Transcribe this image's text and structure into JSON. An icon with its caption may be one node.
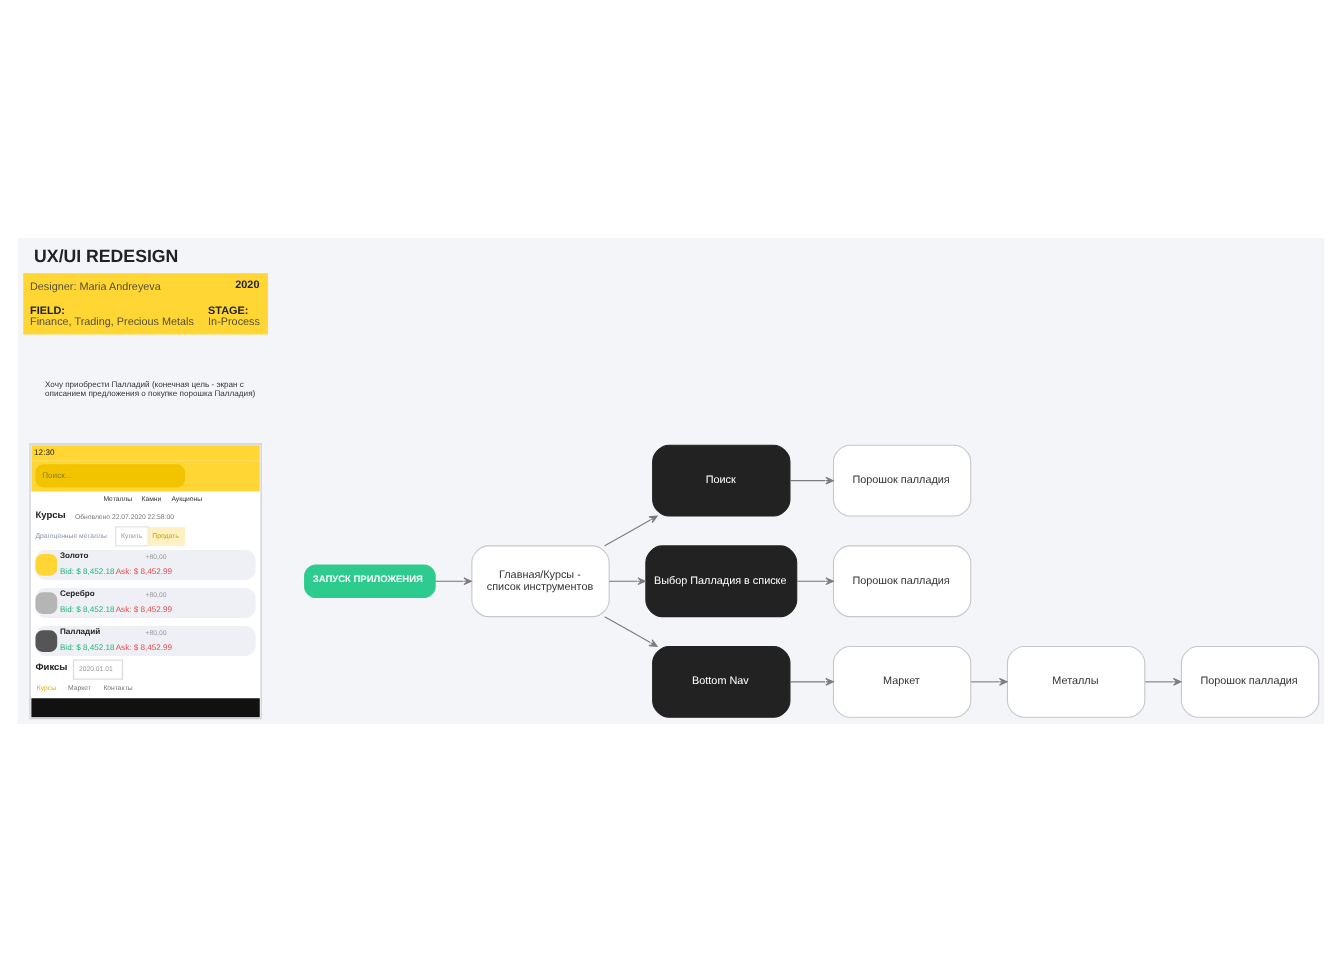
{
  "diagram": {
    "title": "UX/UI REDESIGN",
    "nodes": [
      {
        "text": [
          "ЗАПУСК ПРИЛОЖЕНИЯ"
        ]
      },
      {
        "text": [
          "Главная/Курсы - список инструментов"
        ]
      },
      {
        "text": [
          "Поиск"
        ]
      },
      {
        "text": [
          "Порошок палладия"
        ]
      },
      {
        "text": [
          "Выбор Палладия в списке"
        ]
      },
      {
        "text": [
          "Порошок палладия"
        ]
      },
      {
        "text": [
          "Bottom Nav"
        ]
      },
      {
        "text": [
          "Маркет"
        ]
      },
      {
        "text": [
          "Металлы"
        ]
      },
      {
        "text": [
          "Порошок палладия"
        ]
      }
    ],
    "edges": [
      {
        "from": 0,
        "to": 1,
        "arrow": "to"
      },
      {
        "from": 1,
        "to": 2,
        "arrow": "to"
      },
      {
        "from": 2,
        "to": 3,
        "arrow": "to"
      },
      {
        "from": 1,
        "to": 4,
        "arrow": "to"
      },
      {
        "from": 4,
        "to": 5,
        "arrow": "to"
      },
      {
        "from": 1,
        "to": 6,
        "arrow": "to"
      },
      {
        "from": 6,
        "to": 7,
        "arrow": "to"
      },
      {
        "from": 7,
        "to": 8,
        "arrow": "to"
      },
      {
        "from": 8,
        "to": 9,
        "arrow": "to"
      }
    ],
    "labels": [
      "Designer: Maria Andreyeva",
      "FIELD:",
      "Finance, Trading, Precious Metals",
      "STAGE:",
      "In-Process",
      "2020",
      "Хочу приобрести Палладий (конечная цель - экран с описанием предложения о покупке порошка Палладия)",
      "12:30",
      "Поиск...",
      "Металлы",
      "Камни",
      "Аукционы",
      "Курсы",
      "Обновлено 22.07.2020 22:58:00",
      "Драгоценные металлы",
      "Купить",
      "Продать",
      "Золото",
      "+80,00",
      "Bid: $ 8,452.18",
      "Ask: $ 8,452.99",
      "Серебро",
      "+80,00",
      "Bid: $ 8,452.18",
      "Ask: $ 8,452.99",
      "Палладий",
      "+80,00",
      "Bid: $ 8,452.18",
      "Ask: $ 8,452.99",
      "Фиксы",
      "2020.01.01",
      "Курсы",
      "Маркет",
      "Контакты"
    ]
  }
}
